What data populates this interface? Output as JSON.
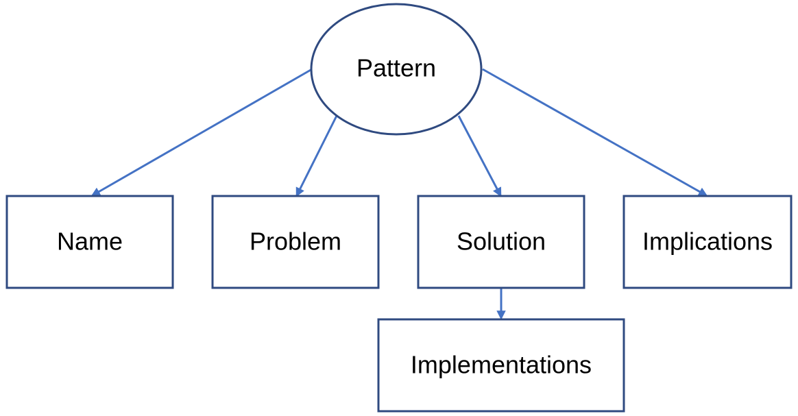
{
  "diagram": {
    "root": {
      "label": "Pattern"
    },
    "children": [
      {
        "id": "name",
        "label": "Name"
      },
      {
        "id": "problem",
        "label": "Problem"
      },
      {
        "id": "solution",
        "label": "Solution"
      },
      {
        "id": "implications",
        "label": "Implications"
      }
    ],
    "grandchild": {
      "label": "Implementations"
    },
    "colors": {
      "node_border": "#2f4a80",
      "connector": "#4472c4",
      "background": "#ffffff",
      "text": "#000000"
    }
  }
}
